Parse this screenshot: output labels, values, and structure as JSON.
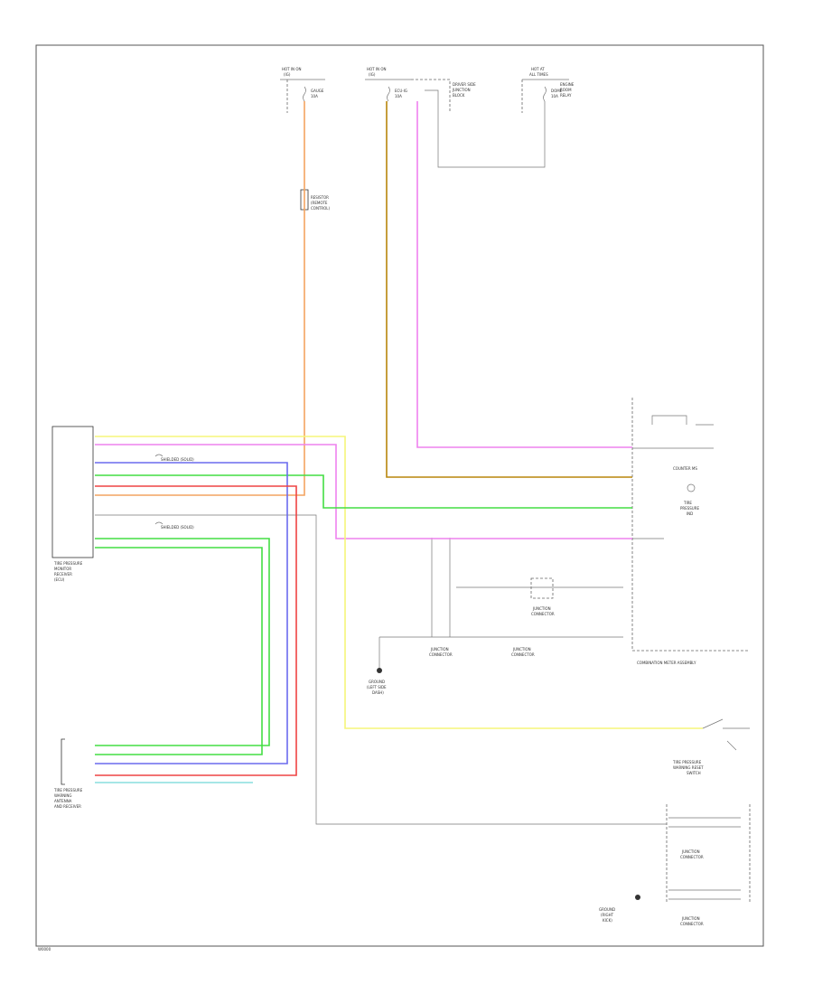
{
  "footer_code": "W0000",
  "colors": {
    "orange": "#f4a460",
    "olive": "#b8860b",
    "pink": "#ee82ee",
    "green": "#44dd44",
    "yellow": "#f5f57a",
    "blue": "#6a6aee",
    "red": "#ee4444",
    "cyan": "#88dddd",
    "gray": "#999999"
  },
  "labels": {
    "hot_run_1": "HOT IN ON",
    "hot_run_1b": "(IG)",
    "hot_run_2": "HOT IN ON",
    "hot_run_2b": "(IG)",
    "hot_all_times": "HOT AT",
    "hot_all_times_b": "ALL TIMES",
    "fuse_gauge": "GAUGE",
    "fuse_gauge_2": "10A",
    "fuse_ecu": "ECU-IG",
    "fuse_ecu_2": "10A",
    "fuse_dome": "DOME",
    "fuse_dome_2": "10A",
    "jb_driver": "DRIVER SIDE",
    "jb_driver_2": "JUNCTION",
    "jb_driver_3": "BLOCK",
    "engine_relay": "ENGINE",
    "engine_relay_2": "ROOM",
    "engine_relay_3": "RELAY",
    "resistor": "RESISTOR",
    "resistor_2": "(REMOTE",
    "resistor_3": "CONTROL)",
    "tpms_ecu": "TIRE PRESSURE",
    "tpms_ecu_2": "MONITOR",
    "tpms_ecu_3": "RECEIVER",
    "tpms_ecu_4": "(ECU)",
    "tpms_sensor": "TIRE PRESSURE",
    "tpms_sensor_2": "WARNING",
    "tpms_sensor_3": "ANTENNA",
    "tpms_sensor_4": "AND RECEIVER",
    "combination_meter": "COMBINATION METER ASSEMBLY",
    "tire_pressure_ind": "TIRE",
    "tire_pressure_ind_2": "PRESSURE",
    "tire_pressure_ind_3": "IND",
    "reset_switch": "TIRE PRESSURE",
    "reset_switch_2": "WARNING RESET",
    "reset_switch_3": "SWITCH",
    "ground_1": "GROUND",
    "ground_1b": "(LEFT SIDE",
    "ground_1c": "DASH)",
    "ground_2": "GROUND",
    "ground_2b": "(RIGHT",
    "ground_2c": "KICK)",
    "shielded_1": "SHIELDED (SOLID)",
    "shielded_2": "SHIELDED (SOLID)",
    "junction_conn": "JUNCTION",
    "junction_conn_2": "CONNECTOR",
    "counter_ms": "COUNTER MS"
  }
}
